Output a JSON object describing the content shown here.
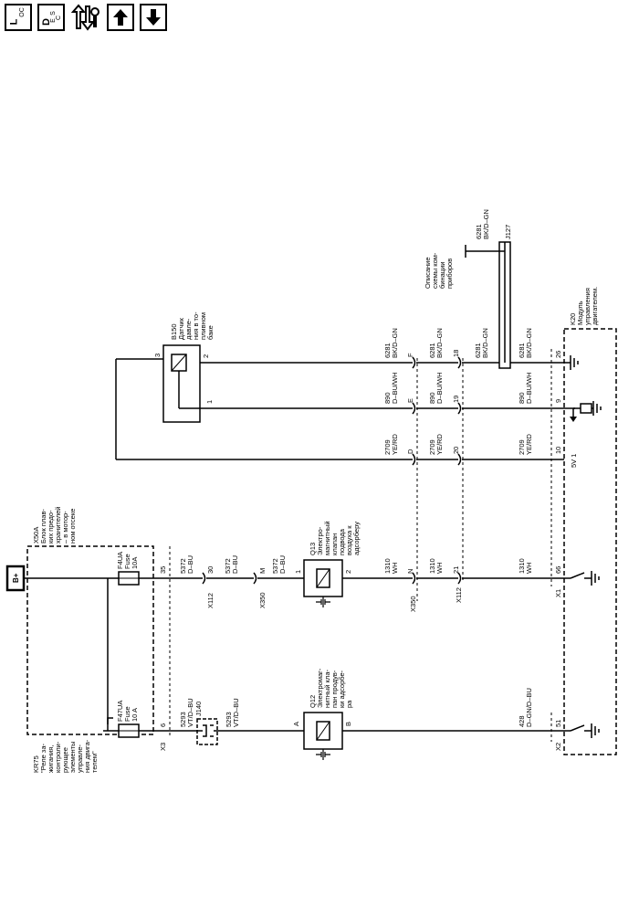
{
  "nav": {
    "loc_main": "L",
    "loc_sub": "OC",
    "desc_main": "D",
    "desc_e": "E",
    "desc_s": "S",
    "desc_c": "C",
    "icons": [
      "loc-icon",
      "desc-icon",
      "service-swap-icon",
      "arrow-up-icon",
      "arrow-down-icon"
    ]
  },
  "battery": "B+",
  "x50a": [
    "X50A",
    "Блок плав-",
    "ких предо-",
    "хранителей",
    "– в мотор-",
    "ном отсеке"
  ],
  "kr75": [
    "KR75",
    "\"Реле за-",
    "жигания,",
    "контроли-",
    "рующее",
    "элементы",
    "управле-",
    "ния двига-",
    "телем\""
  ],
  "f4ua": [
    "F4UA",
    "Fuse",
    "10A"
  ],
  "f47ua": [
    "F47UA",
    "Fuse",
    "10 A"
  ],
  "b150": [
    "B150",
    "Датчик",
    "давле-",
    "ния в то-",
    "пливном",
    "баке"
  ],
  "q13": [
    "Q13",
    "Электро-",
    "магнитный",
    "клапан",
    "подвода",
    "воздуха к",
    "адсорберу"
  ],
  "q12": [
    "Q12",
    "Электромаг-",
    "нитный кла-",
    "пан продув-",
    "ки адсорбе-",
    "ра"
  ],
  "k20": [
    "K20",
    "Модуль",
    "управления",
    "двигателем."
  ],
  "instr_note": [
    "Описание",
    "схемы ком-",
    "бинации",
    "приборов"
  ],
  "conn": {
    "x3": "X3",
    "x112": "X112",
    "x350": "X350",
    "x1": "X1",
    "x2": "X2",
    "j140": "J140",
    "j127": "J127",
    "p5v": "5V 1",
    "p35": "35",
    "p6": "6",
    "p30": "30",
    "pM": "M",
    "pN": "N",
    "p21": "21",
    "p66": "66",
    "p51": "51",
    "pF": "F",
    "pE": "E",
    "pD": "D",
    "p18": "18",
    "p19": "19",
    "p20": "20",
    "p26": "26",
    "p9": "9",
    "p10": "10",
    "pA": "A",
    "pB": "B",
    "p1": "1",
    "p2": "2",
    "b150_p1": "1",
    "b150_p2": "2",
    "b150_p3": "3"
  },
  "wires": {
    "w5372_a": [
      "5372",
      "D–BU"
    ],
    "w5372_b": [
      "5372",
      "D–BU"
    ],
    "w5372_c": [
      "5372",
      "D–BU"
    ],
    "w1310_a": [
      "1310",
      "WH"
    ],
    "w1310_b": [
      "1310",
      "WH"
    ],
    "w1310_c": [
      "1310",
      "WH"
    ],
    "w5293_a": [
      "5293",
      "VT/D–BU"
    ],
    "w5293_b": [
      "5293",
      "VT/D–BU"
    ],
    "w428": [
      "428",
      "D–GN/D–BU"
    ],
    "w6281_a": [
      "6281",
      "BK/D–GN"
    ],
    "w6281_b": [
      "6281",
      "BK/D–GN"
    ],
    "w6281_c": [
      "6281",
      "BK/D–GN"
    ],
    "w6281_d": [
      "6281",
      "BK/D–GN"
    ],
    "w6281_e": [
      "6281",
      "BK/D–GN"
    ],
    "w890_a": [
      "890",
      "D–BU/WH"
    ],
    "w890_b": [
      "890",
      "D–BU/WH"
    ],
    "w890_c": [
      "890",
      "D–BU/WH"
    ],
    "w2709_a": [
      "2709",
      "YE/RD"
    ],
    "w2709_b": [
      "2709",
      "YE/RD"
    ],
    "w2709_c": [
      "2709",
      "YE/RD"
    ]
  }
}
